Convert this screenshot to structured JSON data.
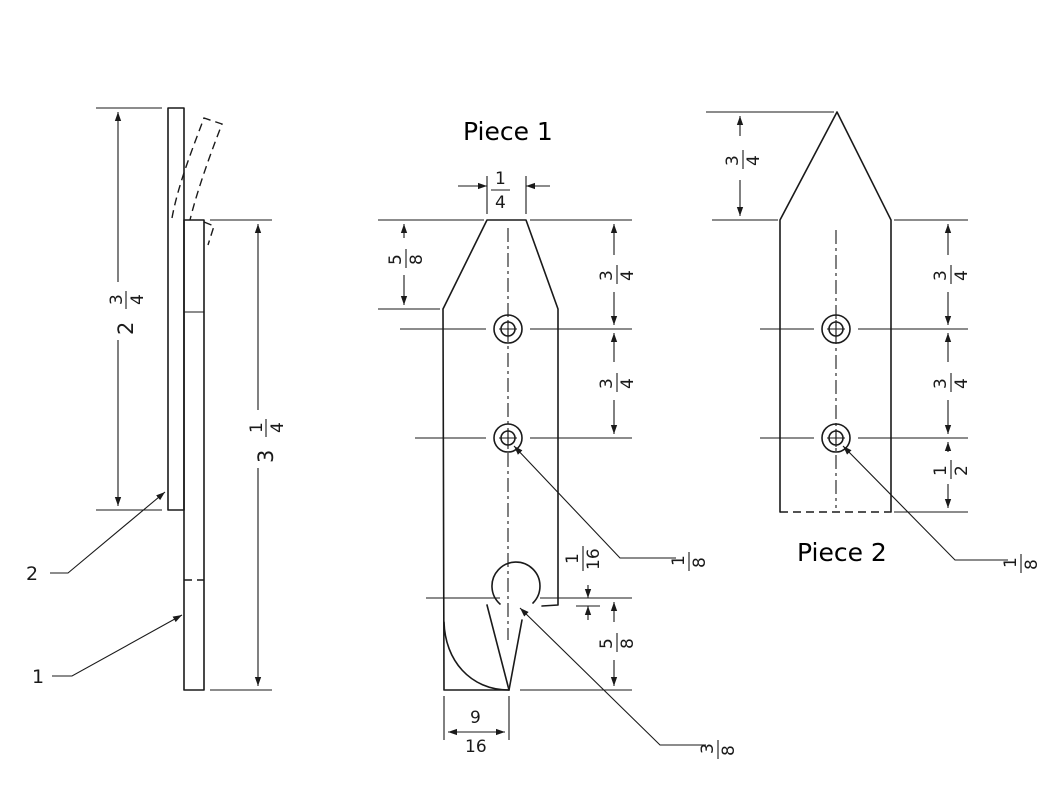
{
  "titles": {
    "piece1": "Piece 1",
    "piece2": "Piece 2"
  },
  "side_view": {
    "dim_top_whole": "2",
    "dim_top_num": "3",
    "dim_top_den": "4",
    "dim_total_whole": "3",
    "dim_total_num": "1",
    "dim_total_den": "4",
    "callout_2": "2",
    "callout_1": "1"
  },
  "piece1": {
    "top_width_num": "1",
    "top_width_den": "4",
    "taper_num": "5",
    "taper_den": "8",
    "hole_spacing1_num": "3",
    "hole_spacing1_den": "4",
    "hole_spacing2_num": "3",
    "hole_spacing2_den": "4",
    "notch_offset_num": "1",
    "notch_offset_den": "16",
    "hook_height_num": "5",
    "hook_height_den": "8",
    "hook_width_num": "9",
    "hook_width_den": "16",
    "hole_dia_num": "1",
    "hole_dia_den": "8",
    "notch_dia_num": "3",
    "notch_dia_den": "8"
  },
  "piece2": {
    "point_height_num": "3",
    "point_height_den": "4",
    "hole_spacing1_num": "3",
    "hole_spacing1_den": "4",
    "hole_spacing2_num": "3",
    "hole_spacing2_den": "4",
    "bottom_offset_num": "1",
    "bottom_offset_den": "2",
    "hole_dia_num": "1",
    "hole_dia_den": "8"
  }
}
